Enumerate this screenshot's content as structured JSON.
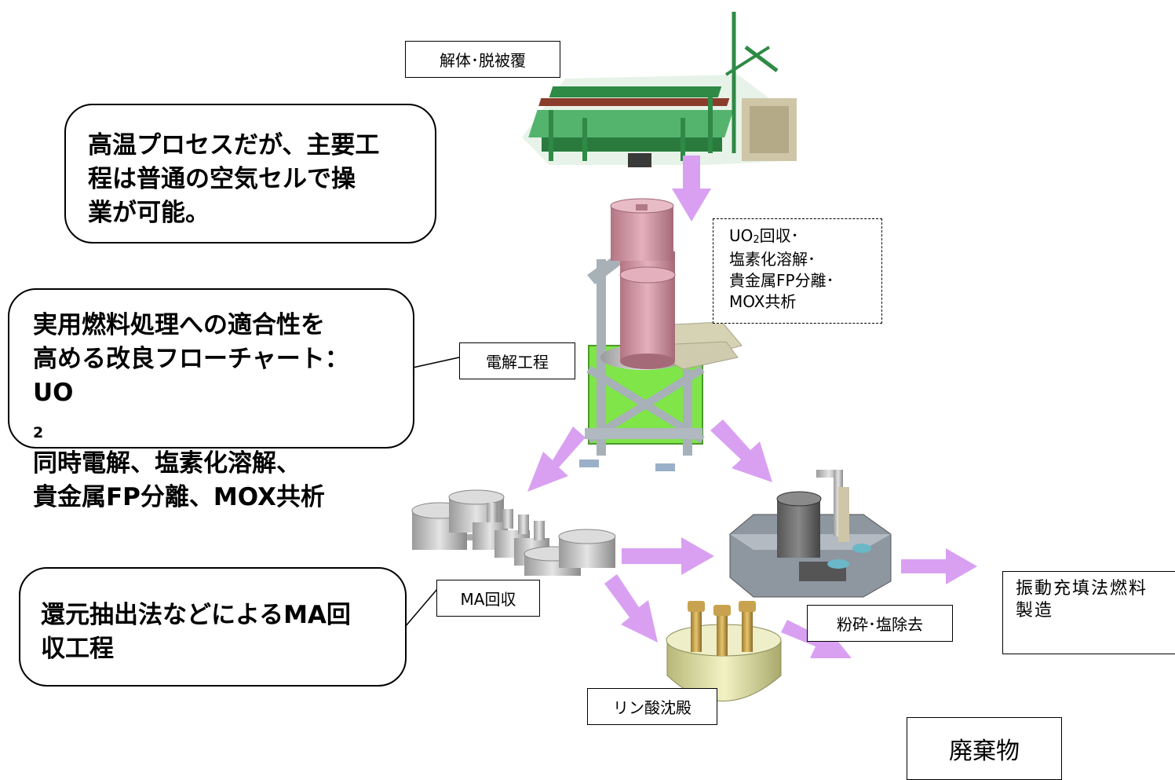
{
  "labels": {
    "disassembly": "解体･脱被覆",
    "electrolysis": "電解工程",
    "ma_recovery": "MA回収",
    "crush": "粉砕･塩除去",
    "phosphate": "リン酸沈殿",
    "waste": "廃棄物"
  },
  "process_list": {
    "line1_prefix": "UO",
    "line1_sub": "2",
    "line1_suffix": "回収･",
    "line2": "塩素化溶解･",
    "line3": "貴金属FP分離･",
    "line4": "MOX共析"
  },
  "vibro": {
    "line1": "振動充填法燃料",
    "line2": "製造"
  },
  "callouts": {
    "air_cell": [
      "高温プロセスだが、主要工",
      "程は普通の空気セルで操",
      "業が可能。"
    ],
    "flowchart": {
      "line1": "実用燃料処理への適合性を",
      "line2": "高める改良フローチャート：",
      "line3_prefix": "UO",
      "line3_sub": "2",
      "line3_suffix": "同時電解、塩素化溶解、",
      "line4": "貴金属FP分離、MOX共析"
    },
    "ma_process": [
      "還元抽出法などによるMA回",
      "収工程"
    ]
  },
  "icons": [
    "disassembly-machine-icon",
    "electrolysis-cell-icon",
    "ma-recovery-vessels-icon",
    "crusher-icon",
    "phosphate-vessel-icon",
    "flow-arrow-icon"
  ],
  "colors": {
    "arrow": "#d9a0f2",
    "machine_green": "#3aa857",
    "vessel_pink": "#cc8f9e",
    "vessel_green": "#8ff25a",
    "steel_gray": "#9aa4ad",
    "vessel_yellow": "#e6e6a8"
  }
}
